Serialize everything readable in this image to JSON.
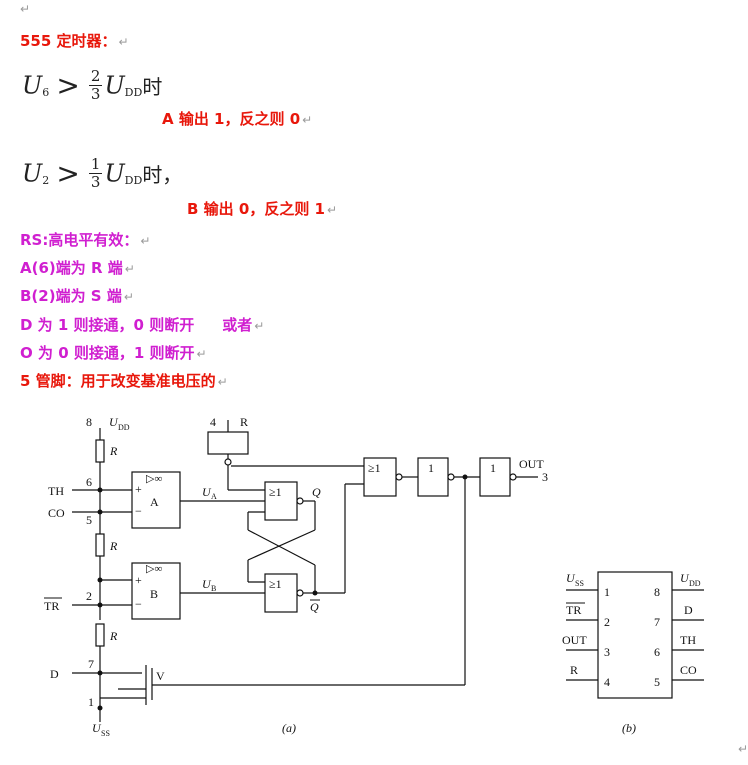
{
  "doc": {
    "top_mark": "↵",
    "title": "555 定时器：",
    "formula1": {
      "var": "U",
      "sub": "6",
      "op": ">",
      "num": "2",
      "den": "3",
      "rhs": "U",
      "rhs_sub": "DD",
      "tail": "时"
    },
    "formula1_result": "A 输出 1，反之则 0",
    "formula2": {
      "var": "U",
      "sub": "2",
      "op": ">",
      "num": "1",
      "den": "3",
      "rhs": "U",
      "rhs_sub": "DD",
      "tail": "时，"
    },
    "formula2_result": "B 输出 0，反之则 1",
    "rs_title": "RS:高电平有效：",
    "rs_a": "A(6)端为 R 端",
    "rs_b": "B(2)端为 S 端",
    "d_line": "D 为 1 则接通，0 则断开",
    "d_or": "或者",
    "o_line": "O 为 0 则接通，1 则断开",
    "pin5_line": "5 管脚：用于改变基准电压的",
    "return_mark": "↵",
    "end_mark": "↵"
  },
  "circuit": {
    "pin8": "8",
    "udd": "U",
    "udd_sub": "DD",
    "r_label": "R",
    "pin4": "4",
    "reset_label": "R",
    "pin6": "6",
    "th": "TH",
    "pin5": "5",
    "co": "CO",
    "pin2": "2",
    "tr": "TR",
    "pin7": "7",
    "d": "D",
    "pin1": "1",
    "uss": "U",
    "uss_sub": "SS",
    "comp_a": "A",
    "comp_b": "B",
    "plus": "+",
    "minus": "−",
    "opamp": "▷∞",
    "ua": "U",
    "ua_sub": "A",
    "ub": "U",
    "ub_sub": "B",
    "ge1": "≥1",
    "one": "1",
    "q": "Q",
    "qbar": "Q",
    "out": "OUT",
    "pin3": "3",
    "v": "V",
    "caption_a": "(a)"
  },
  "pinout": {
    "left": [
      {
        "label": "U",
        "sub": "SS",
        "num": "1"
      },
      {
        "label": "TR",
        "num": "2"
      },
      {
        "label": "OUT",
        "num": "3"
      },
      {
        "label": "R",
        "num": "4"
      }
    ],
    "right": [
      {
        "label": "U",
        "sub": "DD",
        "num": "8"
      },
      {
        "label": "D",
        "num": "7"
      },
      {
        "label": "TH",
        "num": "6"
      },
      {
        "label": "CO",
        "num": "5"
      }
    ],
    "caption_b": "(b)"
  }
}
